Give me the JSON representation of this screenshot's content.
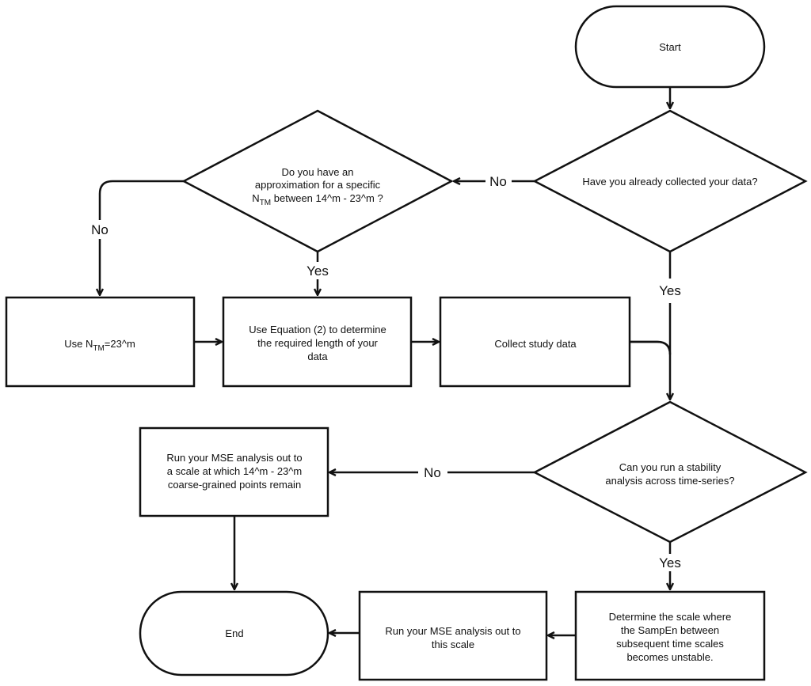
{
  "nodes": {
    "start": {
      "text": "Start"
    },
    "collected_q": {
      "text": "Have you already collected your data?"
    },
    "approx_q": {
      "line1": "Do you have an",
      "line2": "approximation for a specific",
      "line3_main": "N",
      "line3_sub": "TM",
      "line3_rest": " between 14^m - 23^m ?"
    },
    "use_ntm": {
      "main": "Use N",
      "sub": "TM",
      "rest": "=23^m"
    },
    "use_equation": {
      "line1": "Use Equation (2) to determine",
      "line2": "the required length of your",
      "line3": "data"
    },
    "collect_data": {
      "text": "Collect study data"
    },
    "stability_q": {
      "line1": "Can you run a stability",
      "line2": "analysis across time-series?"
    },
    "run_mse_points": {
      "line1": "Run your MSE analysis out to",
      "line2": "a scale at which 14^m - 23^m",
      "line3": "coarse-grained points remain"
    },
    "determine_scale": {
      "line1": "Determine the scale where",
      "line2": "the SampEn between",
      "line3": "subsequent time scales",
      "line4": "becomes unstable."
    },
    "run_mse_scale": {
      "line1": "Run your MSE analysis out to",
      "line2": "this scale"
    },
    "end": {
      "text": "End"
    }
  },
  "edge_labels": {
    "collected_no": "No",
    "collected_yes": "Yes",
    "approx_no": "No",
    "approx_yes": "Yes",
    "stability_no": "No",
    "stability_yes": "Yes"
  }
}
